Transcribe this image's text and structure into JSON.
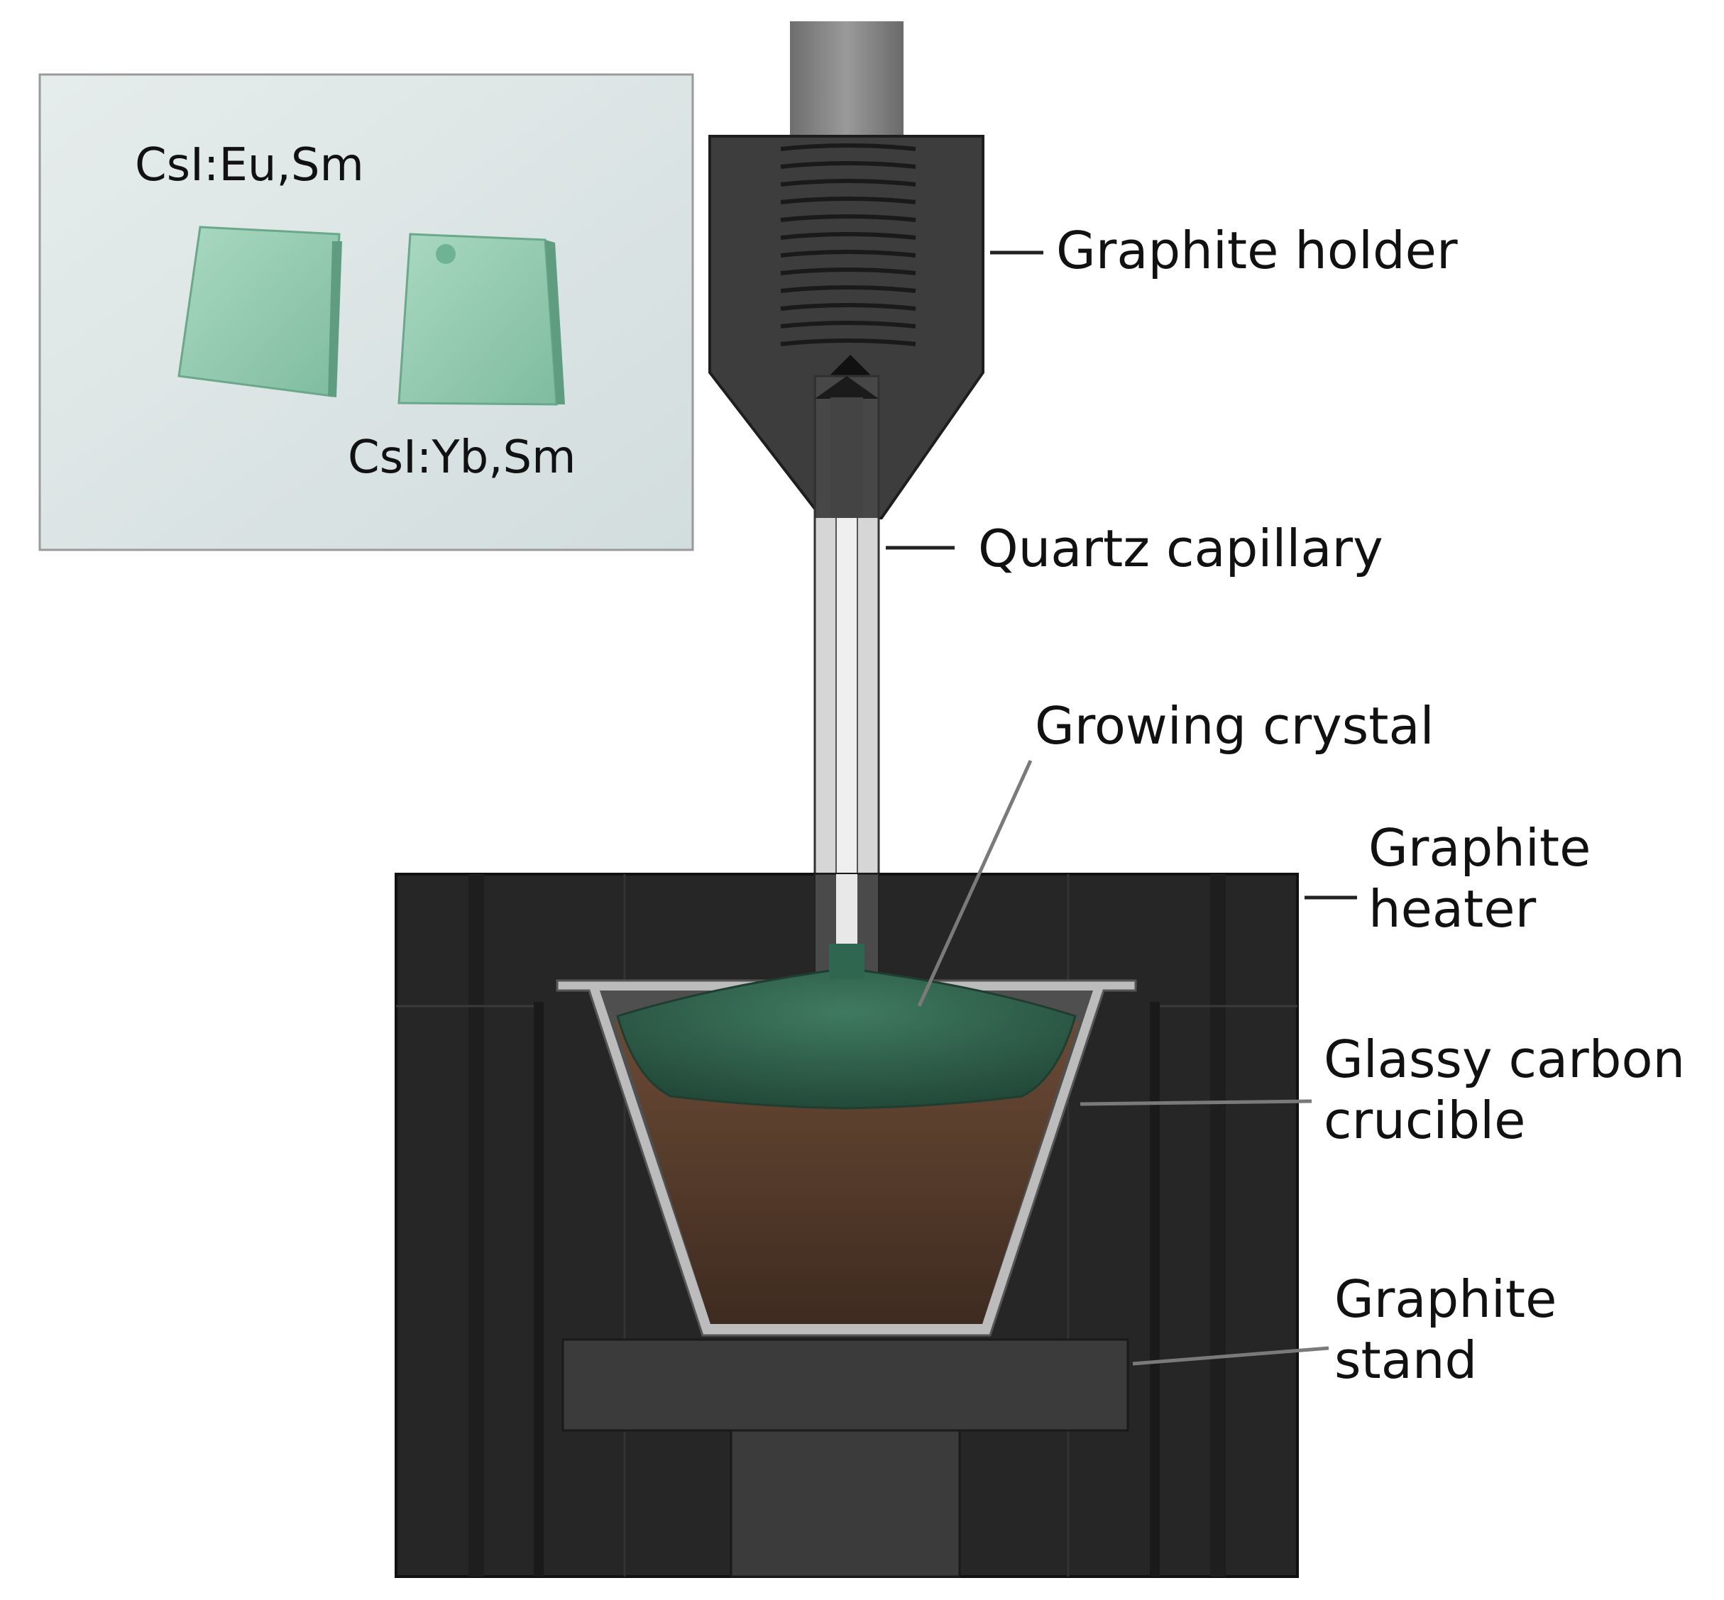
{
  "photo": {
    "samples": [
      {
        "label": "CsI:Eu,Sm"
      },
      {
        "label": "CsI:Yb,Sm"
      }
    ]
  },
  "labels": {
    "graphite_holder": "Graphite holder",
    "quartz_capillary": "Quartz capillary",
    "growing_crystal": "Growing crystal",
    "graphite_heater": "Graphite\nheater",
    "glassy_carbon_crucible": "Glassy carbon\ncrucible",
    "graphite_stand": "Graphite\nstand"
  },
  "colors": {
    "graphite": "#3a3a3a",
    "heater": "#262626",
    "melt": "#4a3528",
    "crystal": "#2f5d4a",
    "quartz": "#cfcfcf",
    "photo_bg": "#dfe7e7",
    "sample_green": "#8fc7ad"
  }
}
